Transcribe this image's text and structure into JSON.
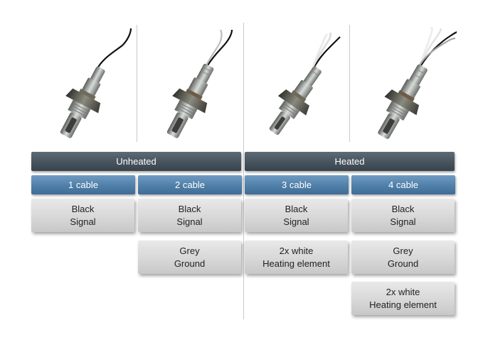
{
  "groups": [
    {
      "label": "Unheated"
    },
    {
      "label": "Heated"
    }
  ],
  "cables": [
    {
      "label": "1 cable"
    },
    {
      "label": "2 cable"
    },
    {
      "label": "3 cable"
    },
    {
      "label": "4 cable"
    }
  ],
  "wires": {
    "c1": [
      {
        "color": "Black",
        "function": "Signal"
      }
    ],
    "c2": [
      {
        "color": "Black",
        "function": "Signal"
      },
      {
        "color": "Grey",
        "function": "Ground"
      }
    ],
    "c3": [
      {
        "color": "Black",
        "function": "Signal"
      },
      {
        "color": "2x white",
        "function": "Heating element"
      }
    ],
    "c4": [
      {
        "color": "Black",
        "function": "Signal"
      },
      {
        "color": "Grey",
        "function": "Ground"
      },
      {
        "color": "2x white",
        "function": "Heating element"
      }
    ]
  },
  "colors": {
    "group_bar": "#47535d",
    "cable_bar": "#4f7fa9",
    "wire_box": "#d6d6d6",
    "wire_black": "#111111",
    "wire_grey": "#9a9a9a",
    "wire_white": "#f2f2f2"
  },
  "icons": [
    "oxygen-sensor-1-wire",
    "oxygen-sensor-2-wire",
    "oxygen-sensor-3-wire",
    "oxygen-sensor-4-wire"
  ]
}
